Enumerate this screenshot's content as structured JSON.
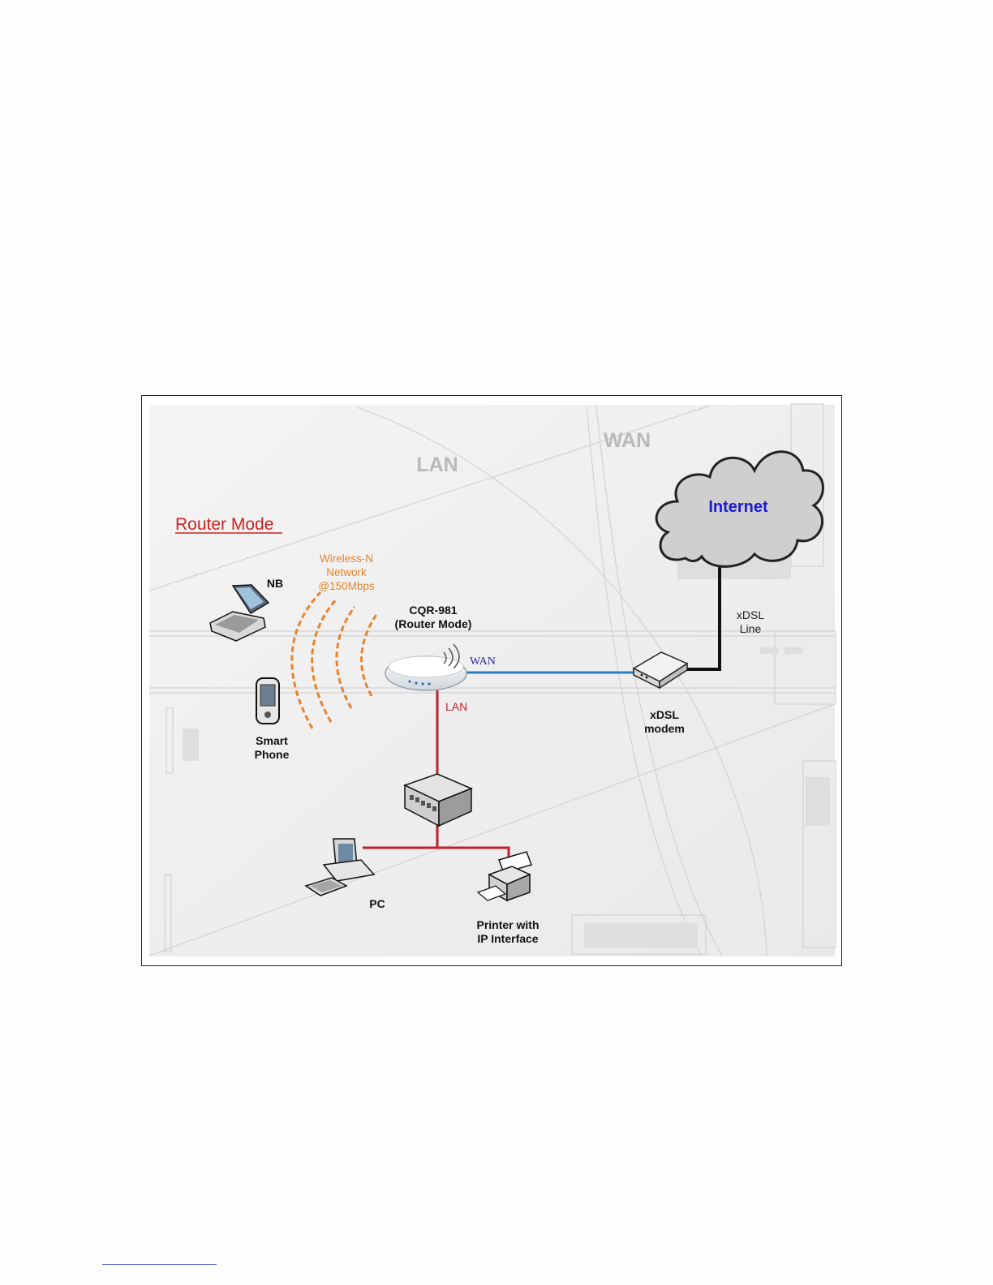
{
  "diagram": {
    "zones": {
      "lan": "LAN",
      "wan": "WAN"
    },
    "mode_title": "Router Mode",
    "wireless": {
      "line1": "Wireless-N",
      "line2": "Network",
      "line3": "@150Mbps"
    },
    "router": {
      "line1": "CQR-981",
      "line2": "(Router Mode)"
    },
    "internet": "Internet",
    "xdsl_line": {
      "line1": "xDSL",
      "line2": "Line"
    },
    "modem": {
      "line1": "xDSL",
      "line2": "modem"
    },
    "wan_port": "WAN",
    "lan_port": "LAN",
    "notebook": "NB",
    "smartphone": {
      "line1": "Smart",
      "line2": "Phone"
    },
    "pc": "PC",
    "printer": {
      "line1": "Printer with",
      "line2": "IP Interface"
    }
  },
  "colors": {
    "mode_title": "#cc2222",
    "wireless_text": "#e8832a",
    "wireless_waves": "#e8832a",
    "internet_text": "#1a1ad6",
    "wan_link": "#2a7fc4",
    "lan_link": "#c0202a",
    "wan_port_text": "#2a2aa8",
    "lan_port_text": "#c0202a",
    "cloud_fill": "#cfcfcf"
  }
}
